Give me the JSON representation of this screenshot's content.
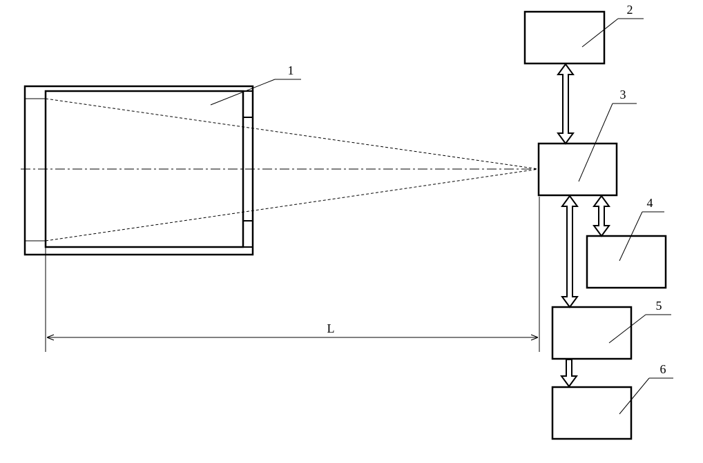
{
  "labels": {
    "camera": "1",
    "block2": "2",
    "block3": "3",
    "block4": "4",
    "block5": "5",
    "block6": "6",
    "distance": "L"
  },
  "colors": {
    "line": "#000000",
    "background": "#ffffff"
  }
}
